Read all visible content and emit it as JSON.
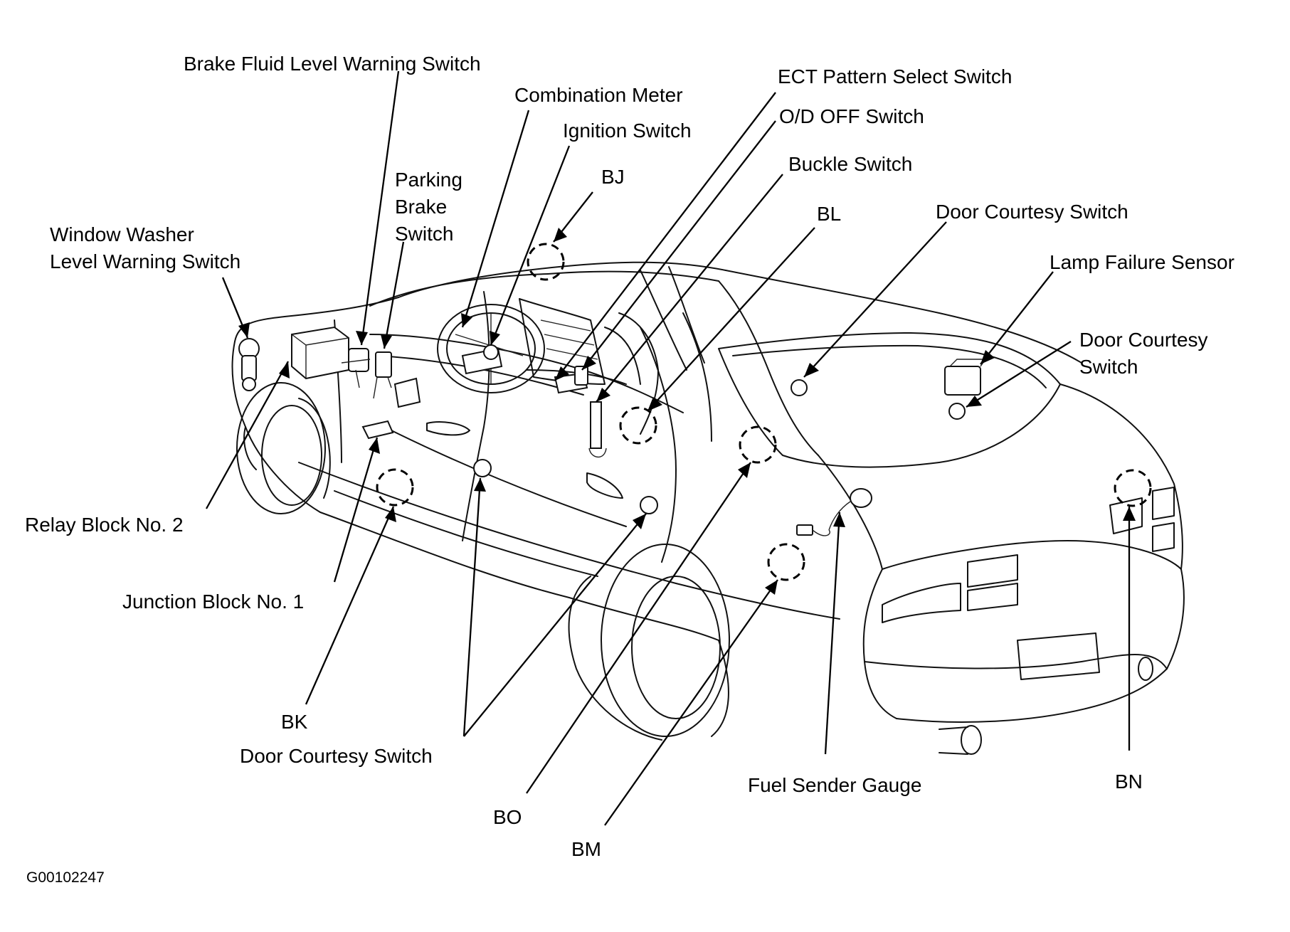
{
  "diagram": {
    "labels": {
      "brake_fluid": "Brake Fluid Level Warning Switch",
      "combination_meter": "Combination Meter",
      "ignition": "Ignition Switch",
      "parking_brake_1": "Parking",
      "parking_brake_2": "Brake",
      "parking_brake_3": "Switch",
      "window_washer_1": "Window Washer",
      "window_washer_2": "Level Warning Switch",
      "bj": "BJ",
      "ect": "ECT Pattern Select Switch",
      "od_off": "O/D OFF Switch",
      "buckle": "Buckle Switch",
      "bl": "BL",
      "door_courtesy_top": "Door Courtesy Switch",
      "lamp_failure": "Lamp Failure Sensor",
      "door_courtesy_right_1": "Door Courtesy",
      "door_courtesy_right_2": "Switch",
      "relay_block": "Relay Block No. 2",
      "junction_block": "Junction Block No. 1",
      "bk": "BK",
      "door_courtesy_bottom": "Door Courtesy Switch",
      "bo": "BO",
      "bm": "BM",
      "fuel_sender": "Fuel Sender Gauge",
      "bn": "BN",
      "figure_code": "G00102247"
    }
  }
}
